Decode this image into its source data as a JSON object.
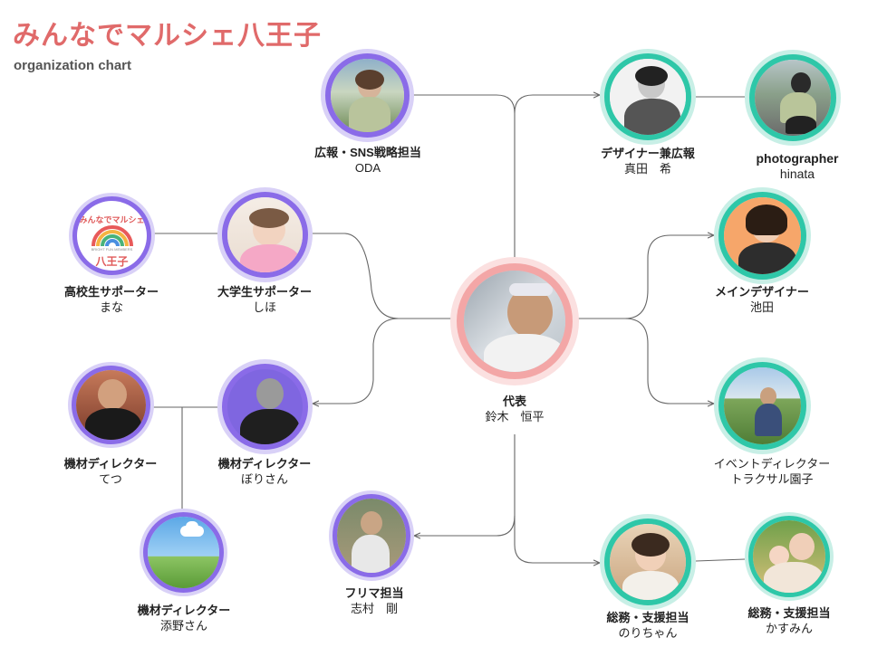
{
  "header": {
    "title": "みんなでマルシェ八王子",
    "subtitle": "organization chart"
  },
  "colors": {
    "title": "#e06a6a",
    "purple_ring": "#8a6be8",
    "purple_halo": "#d9d1f7",
    "teal_ring": "#2ec7a8",
    "teal_halo": "#c8efe6",
    "pink_ring": "#f3a6a6",
    "pink_halo": "#fbe0e0",
    "connector": "#666666"
  },
  "logo": {
    "line1": "みんなでマルシェ",
    "tagline": "BRIGHT FUN MEMBERS",
    "line2": "八王子"
  },
  "nodes": [
    {
      "id": "leader",
      "role": "代表",
      "name": "鈴木　恒平",
      "ring": "pink",
      "icon": "leader-photo-icon"
    },
    {
      "id": "pr",
      "role": "広報・SNS戦略担当",
      "name": "ODA",
      "ring": "purple",
      "icon": "pr-photo-icon"
    },
    {
      "id": "designer_pr",
      "role": "デザイナー兼広報",
      "name": "真田　希",
      "ring": "teal",
      "icon": "designer-pr-photo-icon"
    },
    {
      "id": "photographer",
      "role": "photographer",
      "name": "hinata",
      "ring": "teal",
      "icon": "photographer-photo-icon"
    },
    {
      "id": "univ",
      "role": "大学生サポーター",
      "name": "しほ",
      "ring": "purple",
      "icon": "univ-supporter-photo-icon"
    },
    {
      "id": "high",
      "role": "高校生サポーター",
      "name": "まな",
      "ring": "purple",
      "icon": "logo-icon"
    },
    {
      "id": "main_designer",
      "role": "メインデザイナー",
      "name": "池田",
      "ring": "teal",
      "icon": "main-designer-photo-icon"
    },
    {
      "id": "equip1",
      "role": "機材ディレクター",
      "name": "ぼりさん",
      "ring": "purple",
      "icon": "equip-director-photo-icon"
    },
    {
      "id": "equip2",
      "role": "機材ディレクター",
      "name": "てつ",
      "ring": "purple",
      "icon": "equip-director-2-photo-icon"
    },
    {
      "id": "equip3",
      "role": "機材ディレクター",
      "name": "添野さん",
      "ring": "purple",
      "icon": "landscape-placeholder-icon"
    },
    {
      "id": "event",
      "role": "イベントディレクター",
      "name": "トラクサル園子",
      "ring": "teal",
      "icon": "event-director-photo-icon"
    },
    {
      "id": "flea",
      "role": "フリマ担当",
      "name": "志村　剛",
      "ring": "purple",
      "icon": "flea-market-photo-icon"
    },
    {
      "id": "ga1",
      "role": "総務・支援担当",
      "name": "のりちゃん",
      "ring": "teal",
      "icon": "general-affairs-photo-icon"
    },
    {
      "id": "ga2",
      "role": "総務・支援担当",
      "name": "かすみん",
      "ring": "teal",
      "icon": "general-affairs-2-photo-icon"
    }
  ]
}
